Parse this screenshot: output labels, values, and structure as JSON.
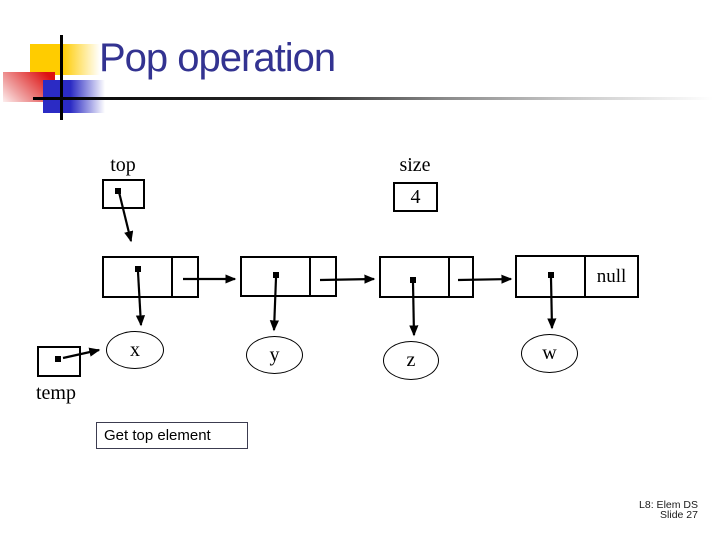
{
  "slide": {
    "title": "Pop operation",
    "footer_line1": "L8: Elem DS",
    "footer_line2": "Slide 27"
  },
  "stack": {
    "top_label": "top",
    "size_label": "size",
    "size_value": "4",
    "temp_label": "temp",
    "null_label": "null",
    "elements": [
      {
        "value": "x"
      },
      {
        "value": "y"
      },
      {
        "value": "z"
      },
      {
        "value": "w"
      }
    ],
    "caption": "Get top element"
  },
  "colors": {
    "title_text": "#333391",
    "logo_yellow": "#FFCC00",
    "logo_red": "#DD1111",
    "logo_blue": "#2B2BC4",
    "diagram_ink": "#000000"
  }
}
